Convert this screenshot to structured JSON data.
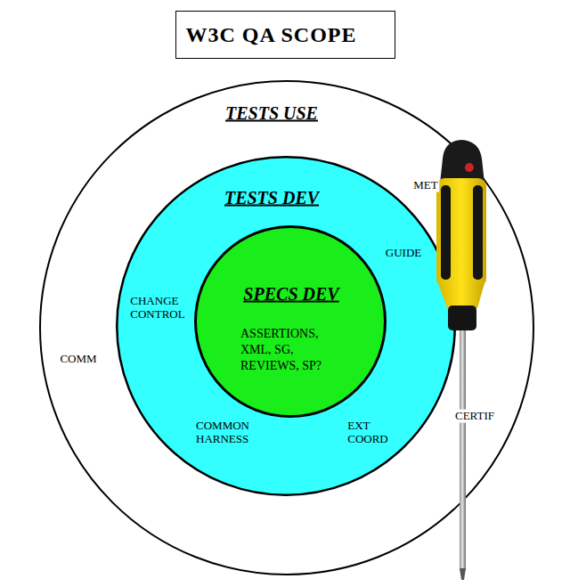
{
  "diagram": {
    "title": "W3C QA SCOPE",
    "nodes": [
      {
        "text": [
          "TESTS USE"
        ]
      },
      {
        "text": [
          "TESTS DEV"
        ],
        "in": 0
      },
      {
        "text": [
          "SPECS DEV",
          "ASSERTIONS, XML, SG, REVIEWS, SP?"
        ],
        "in": 1
      }
    ],
    "labels": [
      "MET",
      "GUIDE",
      "CHANGE CONTROL",
      "COMM",
      "CERTIF",
      "COMMON HARNESS",
      "EXT COORD"
    ]
  }
}
